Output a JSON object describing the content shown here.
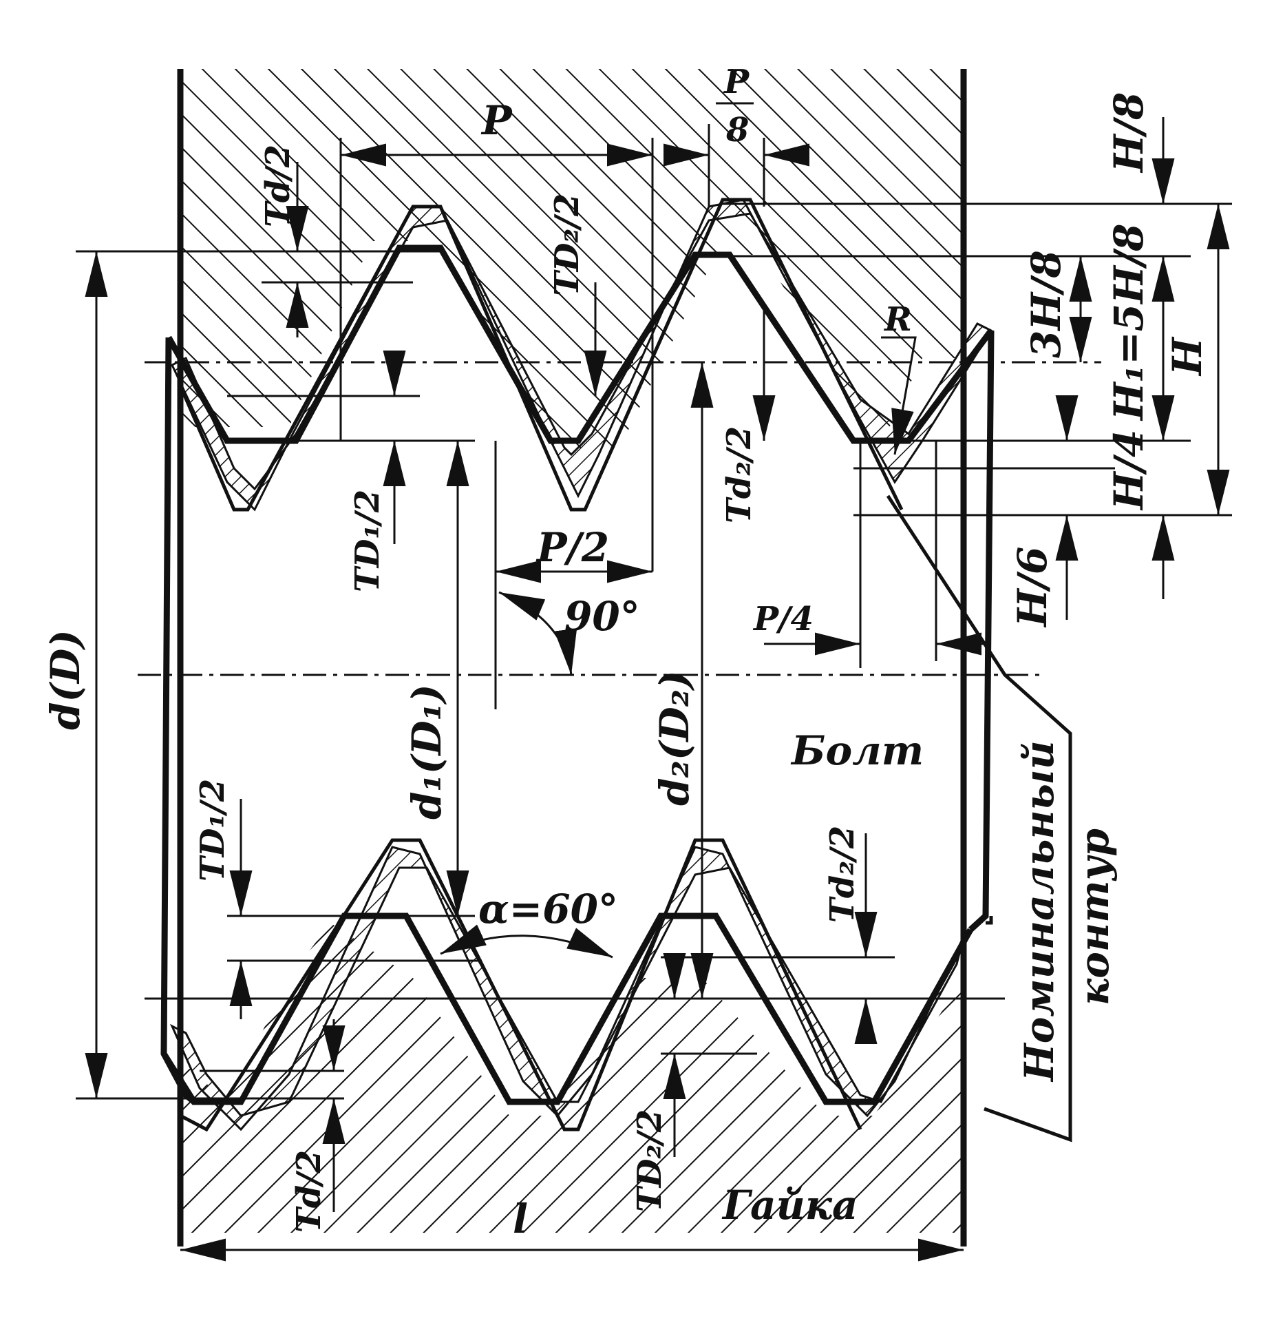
{
  "labels": {
    "pitch": "P",
    "p_over_8_num": "P",
    "p_over_8_den": "8",
    "half_pitch": "P/2",
    "quarter_pitch": "P/4",
    "angle_90": "90°",
    "profile_angle": "α=60°",
    "radius": "R",
    "h_over_8": "H/8",
    "three_h_over_8": "3H/8",
    "h1_eq": "H₁=5H/8",
    "h": "H",
    "h_over_4": "H/4",
    "h_over_6": "H/6",
    "major_diameter": "d(D)",
    "minor_diameter": "d₁(D₁)",
    "pitch_diameter": "d₂(D₂)",
    "bolt": "Болт",
    "nut": "Гайка",
    "nominal_contour_1": "Номинальный",
    "nominal_contour_2": "контур",
    "length": "l",
    "tol_td_half_top": "Td/2",
    "tol_tD2_half_top": "TD₂/2",
    "tol_td2_half_top": "Td₂/2",
    "tol_tD1_half_top": "TD₁/2",
    "tol_tD1_half_bot": "TD₁/2",
    "tol_td2_half_bot": "Td₂/2",
    "tol_tD2_half_bot": "TD₂/2",
    "tol_td_half_bot": "Td/2"
  },
  "colors": {
    "ink": "#111111",
    "paper": "#ffffff"
  }
}
